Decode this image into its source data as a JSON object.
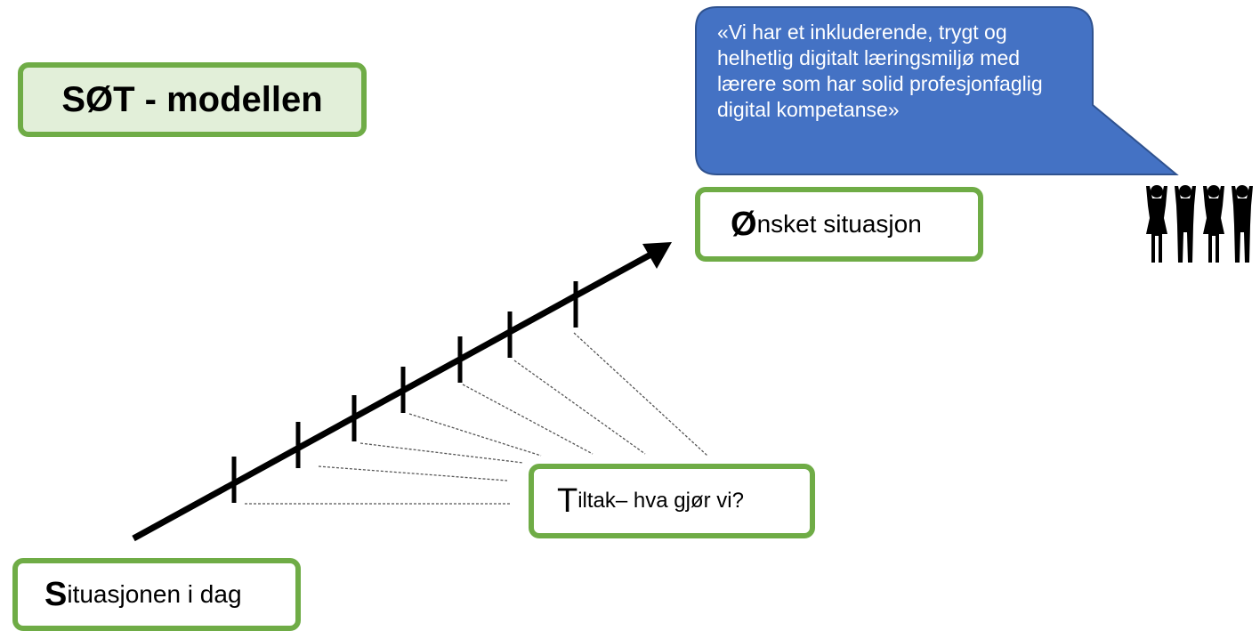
{
  "title": "SØT - modellen",
  "onsket": {
    "initial": "Ø",
    "rest": "nsket situasjon"
  },
  "tiltak": {
    "initial": "T",
    "rest": "iltak",
    "sub": " – hva gjør vi?"
  },
  "situasjon": {
    "initial": "S",
    "rest": "ituasjonen i dag"
  },
  "quote": "«Vi har et inkluderende, trygt og helhetlig digitalt læringsmiljø med lærere som har solid profesjonfaglig digital kompetanse»",
  "colors": {
    "green_border": "#6fac46",
    "title_fill": "#e2efd9",
    "bubble_fill": "#4472c4",
    "bubble_border": "#2f528f"
  },
  "icons": [
    "arrow-icon",
    "people-group-icon"
  ]
}
